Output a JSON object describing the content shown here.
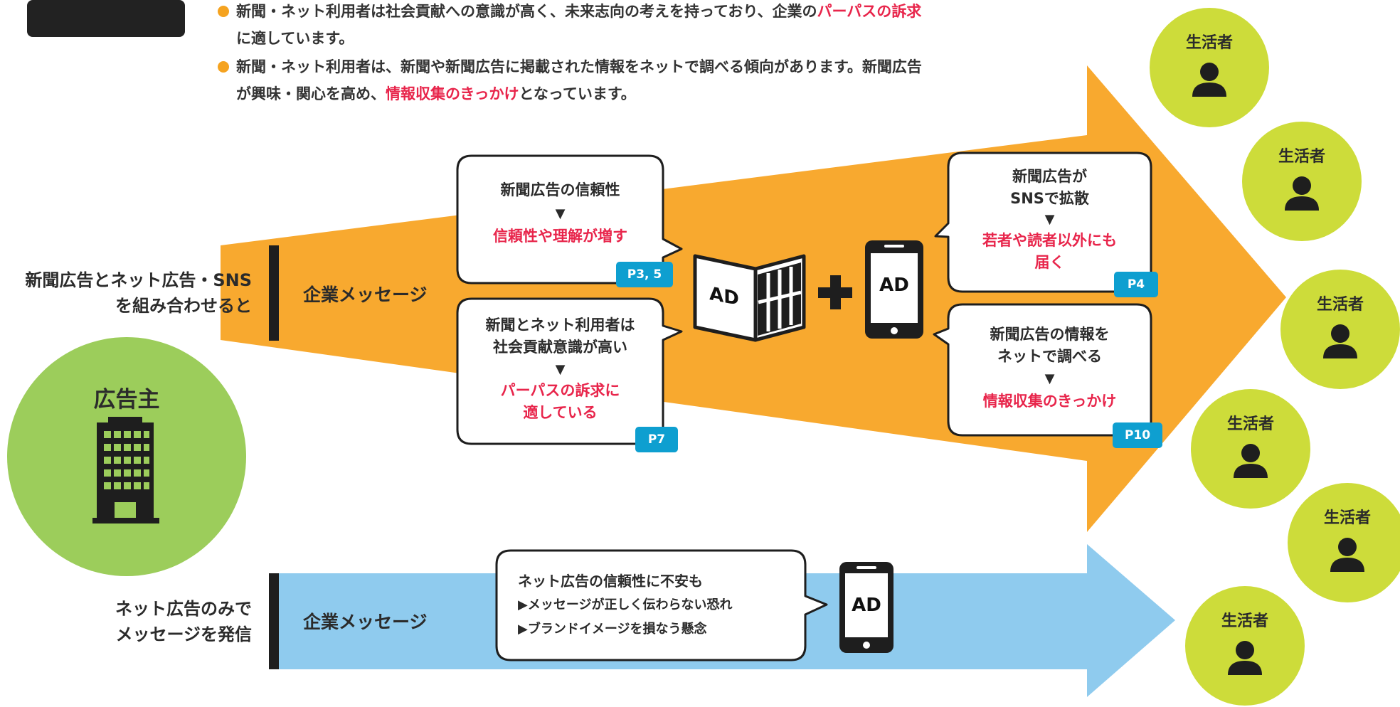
{
  "intro": {
    "bullet1_line1_pre": "新聞・ネット利用者は社会貢献への意識が高く、未来志向の考えを持っており、企業の",
    "bullet1_line1_highlight": "パーパスの訴求",
    "bullet1_line2": "に適しています。",
    "bullet2_line1": "新聞・ネット利用者は、新聞や新聞広告に掲載された情報をネットで調べる傾向があります。新聞広告",
    "bullet2_line2_pre": "が興味・関心を高め、",
    "bullet2_line2_highlight": "情報収集のきっかけ",
    "bullet2_line2_post": "となっています。"
  },
  "advertiser": {
    "label": "広告主",
    "icon": "building-icon"
  },
  "combined": {
    "side_label_line1": "新聞広告とネット広告・SNS",
    "side_label_line2": "を組み合わせると",
    "band_label": "企業メッセージ",
    "bubbles": {
      "trust": {
        "line1": "新聞広告の信頼性",
        "result": "信頼性や理解が増す",
        "page": "P3, 5"
      },
      "social": {
        "line1": "新聞とネット利用者は",
        "line2": "社会貢献意識が高い",
        "result1": "パーパスの訴求に",
        "result2": "適している",
        "page": "P7"
      },
      "sns": {
        "line1": "新聞広告が",
        "line2": "SNSで拡散",
        "result1": "若者や読者以外にも",
        "result2": "届く",
        "page": "P4"
      },
      "search": {
        "line1": "新聞広告の情報を",
        "line2": "ネットで調べる",
        "result": "情報収集のきっかけ",
        "page": "P10"
      }
    },
    "newspaper_ad": "AD",
    "phone_ad": "AD",
    "plus": "+",
    "arrow": "▼"
  },
  "net_only": {
    "side_label_line1": "ネット広告のみで",
    "side_label_line2": "メッセージを発信",
    "band_label": "企業メッセージ",
    "bubble_line1": "ネット広告の信頼性に不安も",
    "bubble_line2": "▶メッセージが正しく伝わらない恐れ",
    "bubble_line3": "▶ブランドイメージを損なう懸念",
    "phone_ad": "AD"
  },
  "consumers": [
    "生活者",
    "生活者",
    "生活者",
    "生活者",
    "生活者",
    "生活者"
  ],
  "colors": {
    "orange": "#f8a92f",
    "blue": "#8fcbee",
    "advertiser_green": "#9ccd5b",
    "consumer_green": "#cddc3a",
    "highlight_red": "#e8254b",
    "tag_blue": "#0e9fd0",
    "bullet_orange": "#f5a320"
  }
}
